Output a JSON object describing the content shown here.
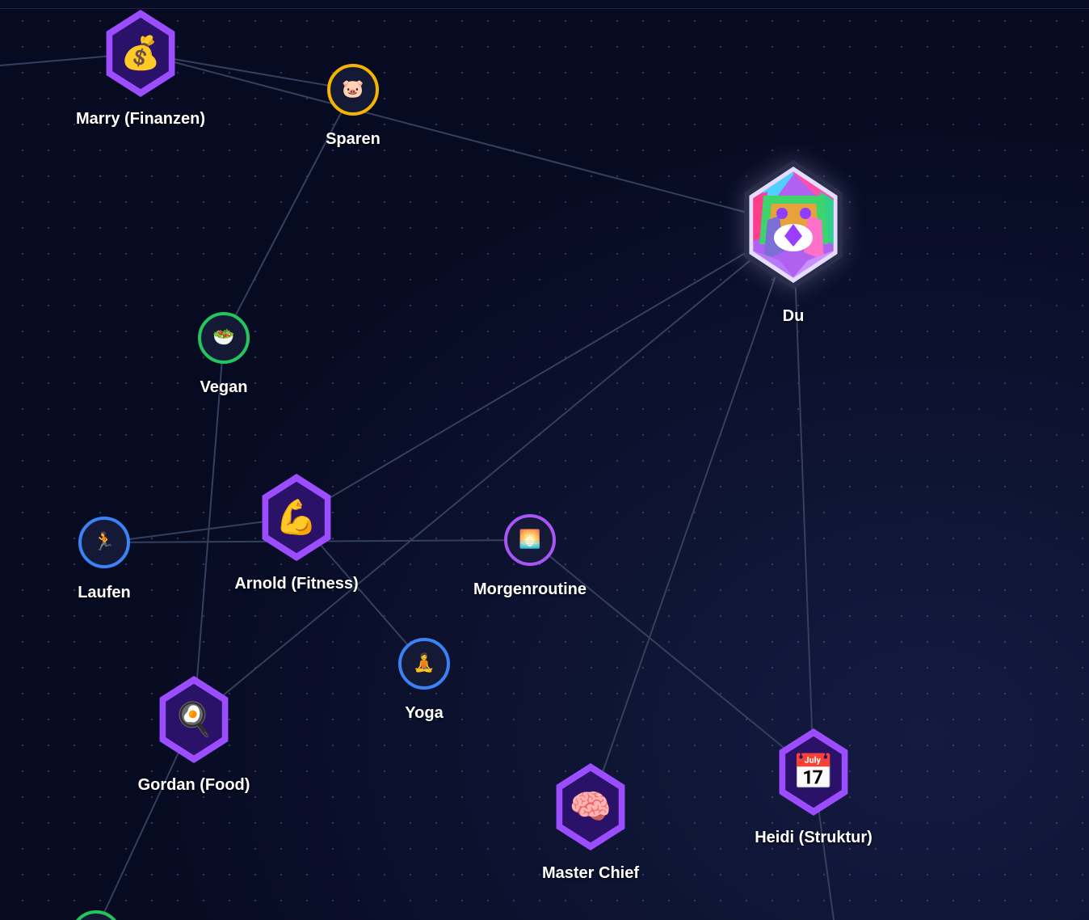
{
  "nodes": [
    {
      "id": "marry",
      "label": "Marry (Finanzen)",
      "shape": "hex",
      "icon": "money-bag-icon",
      "glyph": "💰",
      "color": "#9b4dff"
    },
    {
      "id": "sparen",
      "label": "Sparen",
      "shape": "circle",
      "icon": "piggy-icon",
      "glyph": "🐷",
      "color": "#f5b400"
    },
    {
      "id": "du",
      "label": "Du",
      "shape": "avatar",
      "icon": "lion-avatar-icon",
      "color": "#e6dcff"
    },
    {
      "id": "vegan",
      "label": "Vegan",
      "shape": "circle",
      "icon": "salad-icon",
      "glyph": "🥗",
      "color": "#22c55e"
    },
    {
      "id": "arnold",
      "label": "Arnold (Fitness)",
      "shape": "hex",
      "icon": "flexed-biceps-icon",
      "glyph": "💪",
      "color": "#9b4dff"
    },
    {
      "id": "laufen",
      "label": "Laufen",
      "shape": "circle",
      "icon": "runner-icon",
      "glyph": "🏃",
      "color": "#3b82f6"
    },
    {
      "id": "morgenroutine",
      "label": "Morgenroutine",
      "shape": "circle",
      "icon": "sunrise-icon",
      "glyph": "🌅",
      "color": "#a855f7"
    },
    {
      "id": "yoga",
      "label": "Yoga",
      "shape": "circle",
      "icon": "meditation-icon",
      "glyph": "🧘",
      "color": "#3b82f6"
    },
    {
      "id": "gordan",
      "label": "Gordan (Food)",
      "shape": "hex",
      "icon": "frying-pan-egg-icon",
      "glyph": "🍳",
      "color": "#9b4dff"
    },
    {
      "id": "masterchief",
      "label": "Master Chief",
      "shape": "hex",
      "icon": "brain-icon",
      "glyph": "🧠",
      "color": "#9b4dff"
    },
    {
      "id": "heidi",
      "label": "Heidi (Struktur)",
      "shape": "hex",
      "icon": "calendar-icon",
      "glyph": "📅",
      "color": "#9b4dff"
    },
    {
      "id": "partial",
      "label": "",
      "shape": "circle",
      "icon": "partial-node-icon",
      "glyph": "",
      "color": "#22c55e"
    }
  ],
  "edges": [
    [
      "offleft",
      "marry"
    ],
    [
      "marry",
      "sparen"
    ],
    [
      "marry",
      "du"
    ],
    [
      "sparen",
      "vegan"
    ],
    [
      "vegan",
      "gordan"
    ],
    [
      "du",
      "arnold"
    ],
    [
      "du",
      "gordan"
    ],
    [
      "du",
      "masterchief"
    ],
    [
      "du",
      "heidi"
    ],
    [
      "arnold",
      "laufen"
    ],
    [
      "arnold",
      "yoga"
    ],
    [
      "laufen",
      "morgenroutine"
    ],
    [
      "morgenroutine",
      "heidi"
    ],
    [
      "heidi",
      "offbottom"
    ],
    [
      "gordan",
      "partial"
    ]
  ],
  "colors": {
    "edge": "#33405e",
    "hex_border": "#9b4dff",
    "hex_fill": "#2a1268",
    "background": "#070b22"
  }
}
